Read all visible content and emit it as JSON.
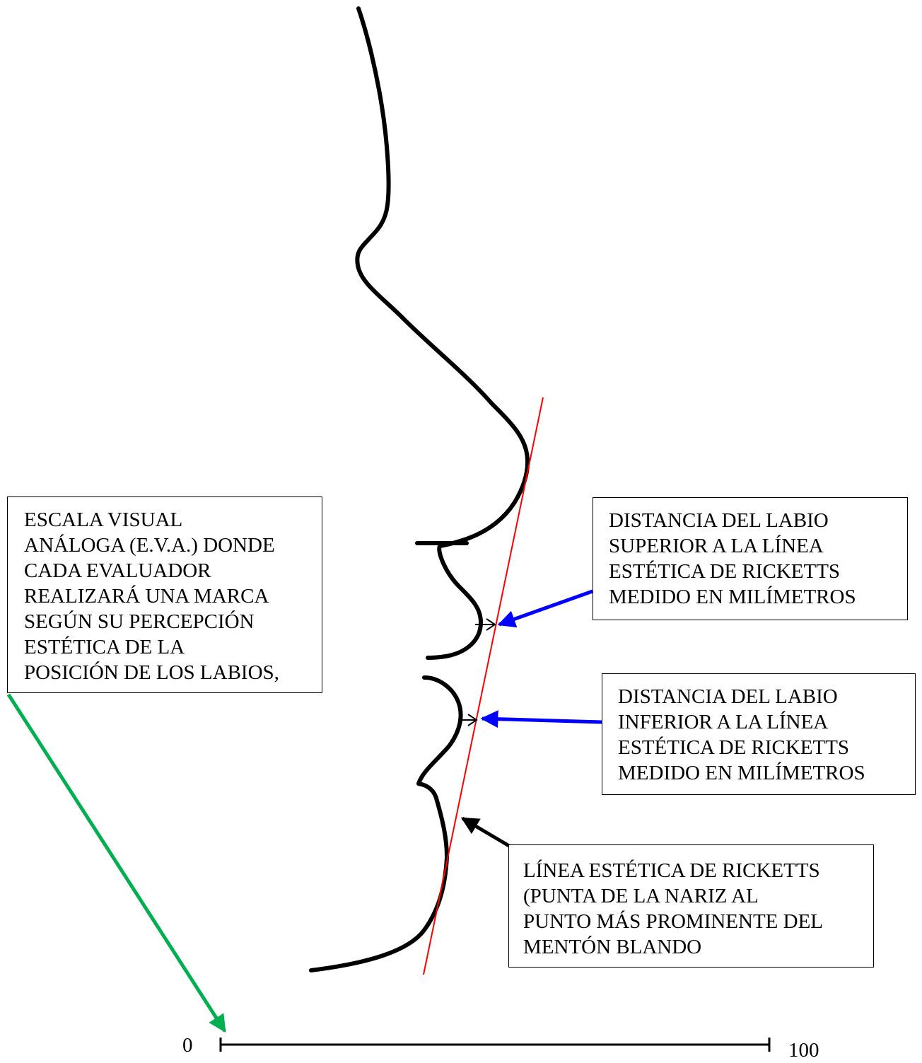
{
  "annotations": {
    "eva_scale": "ESCALA VISUAL\nANÁLOGA (E.V.A.) DONDE\nCADA EVALUADOR\nREALIZARÁ UNA MARCA\nSEGÚN SU PERCEPCIÓN\nESTÉTICA DE LA\nPOSICIÓN DE LOS LABIOS,",
    "upper_lip": "DISTANCIA DEL LABIO\nSUPERIOR A LA LÍNEA\nESTÉTICA DE RICKETTS\nMEDIDO EN MILÍMETROS",
    "lower_lip": "DISTANCIA DEL LABIO\nINFERIOR A LA LÍNEA\nESTÉTICA DE RICKETTS\nMEDIDO EN MILÍMETROS",
    "ricketts_line": "LÍNEA ESTÉTICA DE RICKETTS\n(PUNTA DE LA NARIZ AL\nPUNTO MÁS PROMINENTE DEL\nMENTÓN BLANDO"
  },
  "scale": {
    "min_label": "0",
    "max_label": "100"
  },
  "colors": {
    "profile": "#000000",
    "ricketts_line": "#ff0000",
    "lip_arrows": "#0000ff",
    "eva_arrow": "#00b050",
    "ricketts_arrow": "#000000"
  }
}
